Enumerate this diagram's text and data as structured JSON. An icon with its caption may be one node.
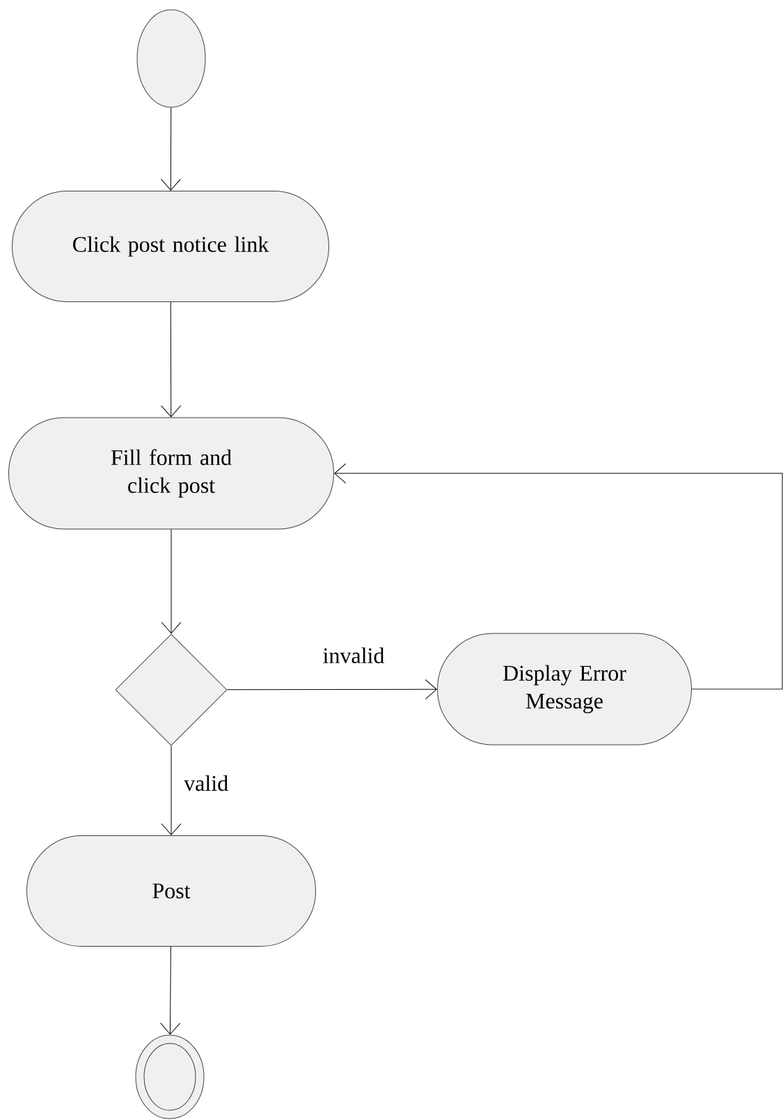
{
  "diagram": {
    "nodes": [
      {
        "text": [],
        "shape": "circle"
      },
      {
        "text": [
          "Click post notice link"
        ]
      },
      {
        "text": [
          "Fill form and click post"
        ]
      },
      {
        "text": [],
        "shape": "diamond"
      },
      {
        "text": [
          "Display Error Message"
        ]
      },
      {
        "text": [
          "Post"
        ]
      },
      {
        "text": [],
        "shape": "circle"
      }
    ],
    "edges": [
      {
        "from": 0,
        "to": 1,
        "arrow": "to"
      },
      {
        "from": 1,
        "to": 2,
        "arrow": "to"
      },
      {
        "from": 2,
        "to": 3,
        "arrow": "to"
      },
      {
        "from": 3,
        "to": 4,
        "arrow": "to",
        "label": "invalid"
      },
      {
        "from": 4,
        "to": 2,
        "arrow": "to"
      },
      {
        "from": 3,
        "to": 5,
        "arrow": "to",
        "label": "valid"
      },
      {
        "from": 5,
        "to": 6,
        "arrow": "to"
      }
    ]
  }
}
